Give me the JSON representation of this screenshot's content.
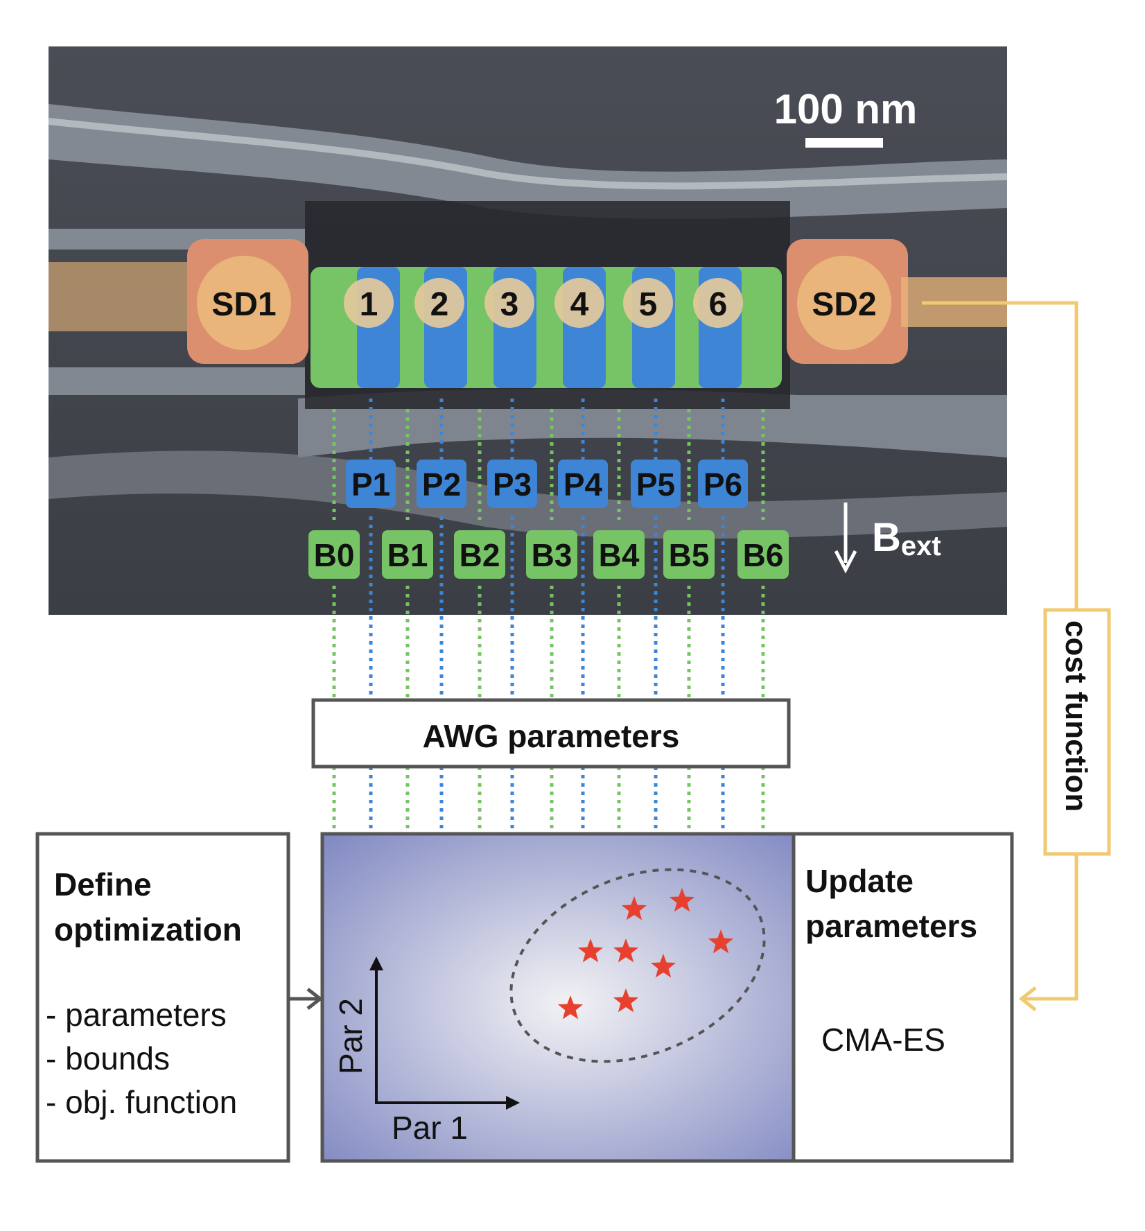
{
  "micrograph": {
    "scale_bar_label": "100 nm",
    "contacts": [
      "SD1",
      "SD2"
    ],
    "dots": [
      "1",
      "2",
      "3",
      "4",
      "5",
      "6"
    ],
    "plunger_gates": [
      "P1",
      "P2",
      "P3",
      "P4",
      "P5",
      "P6"
    ],
    "barrier_gates": [
      "B0",
      "B1",
      "B2",
      "B3",
      "B4",
      "B5",
      "B6"
    ],
    "field_label": "B",
    "field_subscript": "ext"
  },
  "awg_box": {
    "label": "AWG parameters"
  },
  "define_box": {
    "title_line1": "Define",
    "title_line2": "optimization",
    "items": [
      "- parameters",
      "- bounds",
      "- obj. function"
    ]
  },
  "plot": {
    "xlabel": "Par 1",
    "ylabel": "Par 2"
  },
  "update_box": {
    "title_line1": "Update",
    "title_line2": "parameters",
    "method": "CMA-ES"
  },
  "feedback_label": "cost function",
  "colors": {
    "barrier_green": "#77c466",
    "plunger_blue": "#3f85d6",
    "contact_orange": "#e9b57a",
    "feedback_yellow": "#f1c96f",
    "star_red": "#e8402f",
    "plot_center": "#f2f2f4",
    "plot_edge": "#7d85c0"
  }
}
